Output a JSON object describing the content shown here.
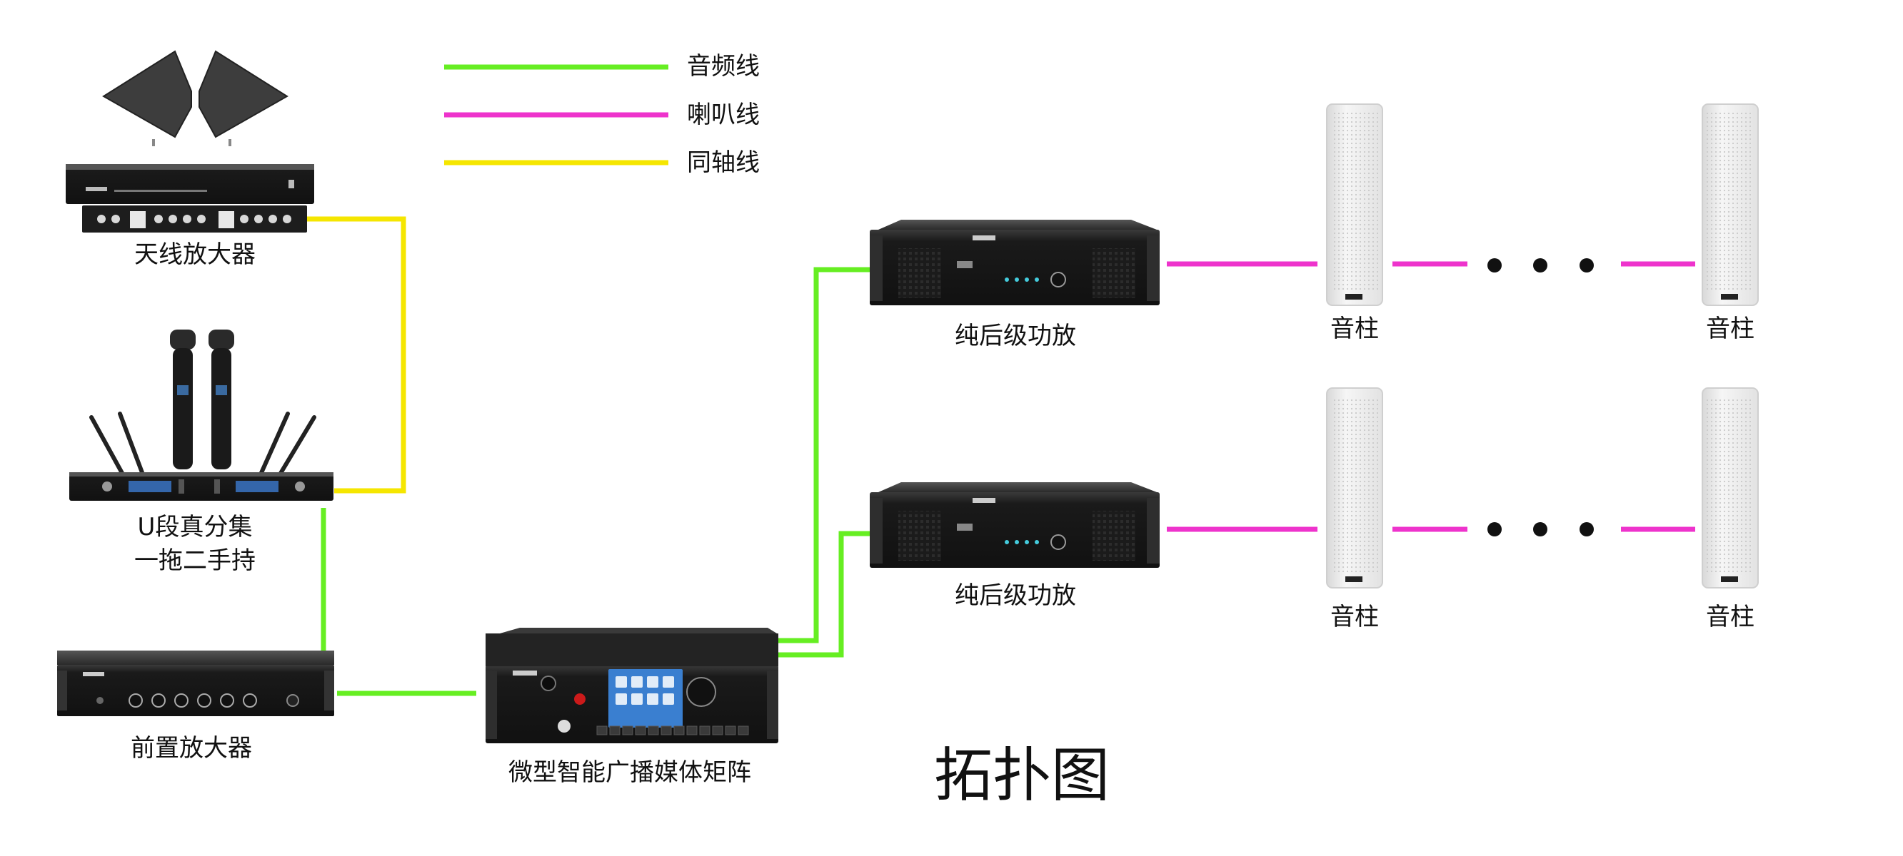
{
  "diagram": {
    "title": "拓扑图",
    "legend": [
      {
        "label": "音频线",
        "color": "#66ee22"
      },
      {
        "label": "喇叭线",
        "color": "#ee33cc"
      },
      {
        "label": "同轴线",
        "color": "#f5e600"
      }
    ],
    "devices": {
      "antenna_amp": {
        "label": "天线放大器"
      },
      "wireless_mic": {
        "label_line1": "U段真分集",
        "label_line2": "一拖二手持"
      },
      "preamp": {
        "label": "前置放大器"
      },
      "matrix": {
        "label": "微型智能广播媒体矩阵"
      },
      "amp_top": {
        "label": "纯后级功放"
      },
      "amp_bottom": {
        "label": "纯后级功放"
      },
      "speaker_1": {
        "label": "音柱"
      },
      "speaker_2": {
        "label": "音柱"
      },
      "speaker_3": {
        "label": "音柱"
      },
      "speaker_4": {
        "label": "音柱"
      }
    },
    "colors": {
      "audio": "#66ee22",
      "speaker": "#ee33cc",
      "coax": "#f5e600",
      "device_body": "#1c1c1c"
    }
  }
}
